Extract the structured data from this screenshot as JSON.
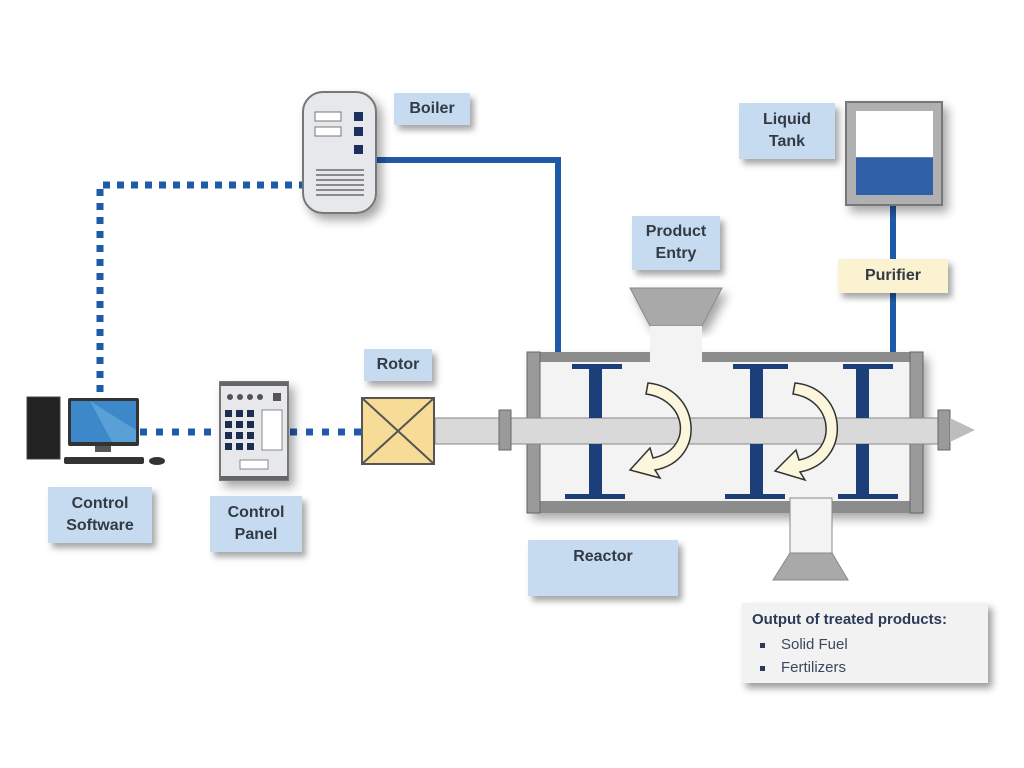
{
  "title": "Treatment reactor process diagram",
  "labels": {
    "boiler": "Boiler",
    "liquid_tank": [
      "Liquid",
      "Tank"
    ],
    "product_entry": [
      "Product",
      "Entry"
    ],
    "purifier": "Purifier",
    "rotor": "Rotor",
    "reactor": "Reactor",
    "control_software": [
      "Control",
      "Software"
    ],
    "control_panel": [
      "Control",
      "Panel"
    ]
  },
  "output": {
    "title": "Output of treated products:",
    "items": [
      "Solid Fuel",
      "Fertilizers"
    ]
  },
  "tank_fill_fraction": 0.45,
  "colors": {
    "pipe": "#1f5aa8",
    "dotted_link": "#1f5aa8",
    "label_bg": "#c6dbf0",
    "purifier_bg": "#faf2d0",
    "blade": "#1c3f7a",
    "vessel": "#8c8c8c",
    "rotor_fill": "#f6dc96"
  }
}
